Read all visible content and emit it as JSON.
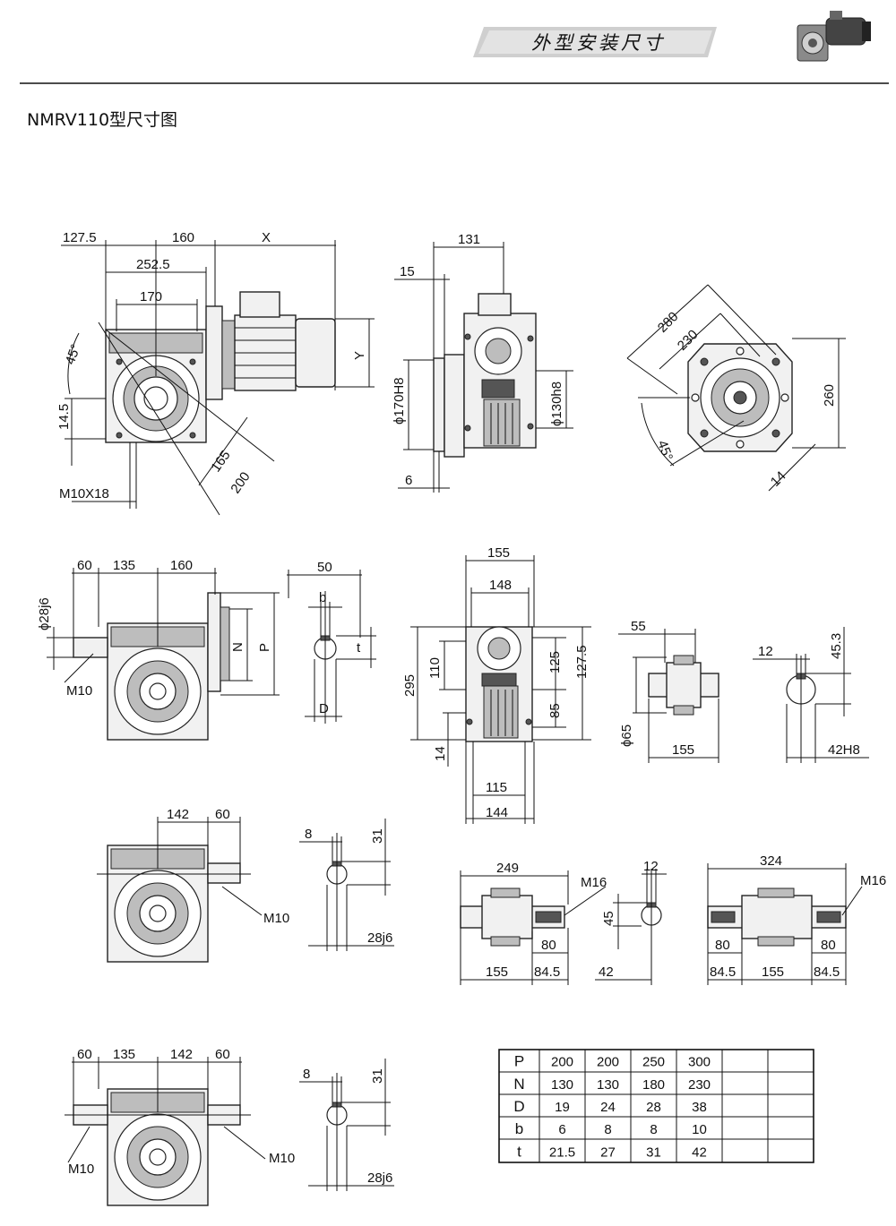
{
  "header": {
    "banner": "外型安装尺寸",
    "model_title": "NMRV110型尺寸图"
  },
  "view_side_motor": {
    "dims": [
      "127.5",
      "160",
      "X",
      "252.5",
      "170",
      "45°",
      "Y",
      "14.5",
      "165",
      "200",
      "M10X18"
    ]
  },
  "view_flange_side": {
    "dims": [
      "131",
      "15",
      "ϕ170H8",
      "ϕ130h8",
      "6"
    ]
  },
  "view_flange_face": {
    "dims": [
      "280",
      "230",
      "260",
      "45°",
      "14"
    ]
  },
  "view_input_shaft": {
    "dims": [
      "60",
      "135",
      "160",
      "ϕ28j6",
      "N",
      "P",
      "M10"
    ]
  },
  "view_input_key": {
    "dims": [
      "50",
      "b",
      "t",
      "D"
    ]
  },
  "view_front": {
    "dims": [
      "155",
      "148",
      "295",
      "110",
      "125",
      "127.5",
      "85",
      "14",
      "115",
      "144"
    ]
  },
  "view_hollow_shaft": {
    "dims": [
      "55",
      "ϕ65",
      "155"
    ]
  },
  "view_hollow_key": {
    "dims": [
      "12",
      "45.3",
      "42H8"
    ]
  },
  "view_output_shaft": {
    "dims": [
      "142",
      "60",
      "M10"
    ]
  },
  "view_output_key": {
    "dims": [
      "8",
      "31",
      "28j6"
    ]
  },
  "view_single_shaft": {
    "dims": [
      "249",
      "M16",
      "45",
      "80",
      "155",
      "84.5"
    ]
  },
  "view_single_key": {
    "dims": [
      "12",
      "42"
    ]
  },
  "view_double_shaft": {
    "dims": [
      "324",
      "M16",
      "80",
      "80",
      "84.5",
      "155",
      "84.5"
    ]
  },
  "view_double_out": {
    "dims": [
      "60",
      "135",
      "142",
      "60",
      "M10",
      "M10"
    ]
  },
  "view_double_key": {
    "dims": [
      "8",
      "31",
      "28j6"
    ]
  },
  "flange_table": {
    "rows": [
      {
        "label": "P",
        "values": [
          "200",
          "200",
          "250",
          "300",
          "",
          ""
        ]
      },
      {
        "label": "N",
        "values": [
          "130",
          "130",
          "180",
          "230",
          "",
          ""
        ]
      },
      {
        "label": "D",
        "values": [
          "19",
          "24",
          "28",
          "38",
          "",
          ""
        ]
      },
      {
        "label": "b",
        "values": [
          "6",
          "8",
          "8",
          "10",
          "",
          ""
        ]
      },
      {
        "label": "t",
        "values": [
          "21.5",
          "27",
          "31",
          "42",
          "",
          ""
        ]
      }
    ]
  }
}
